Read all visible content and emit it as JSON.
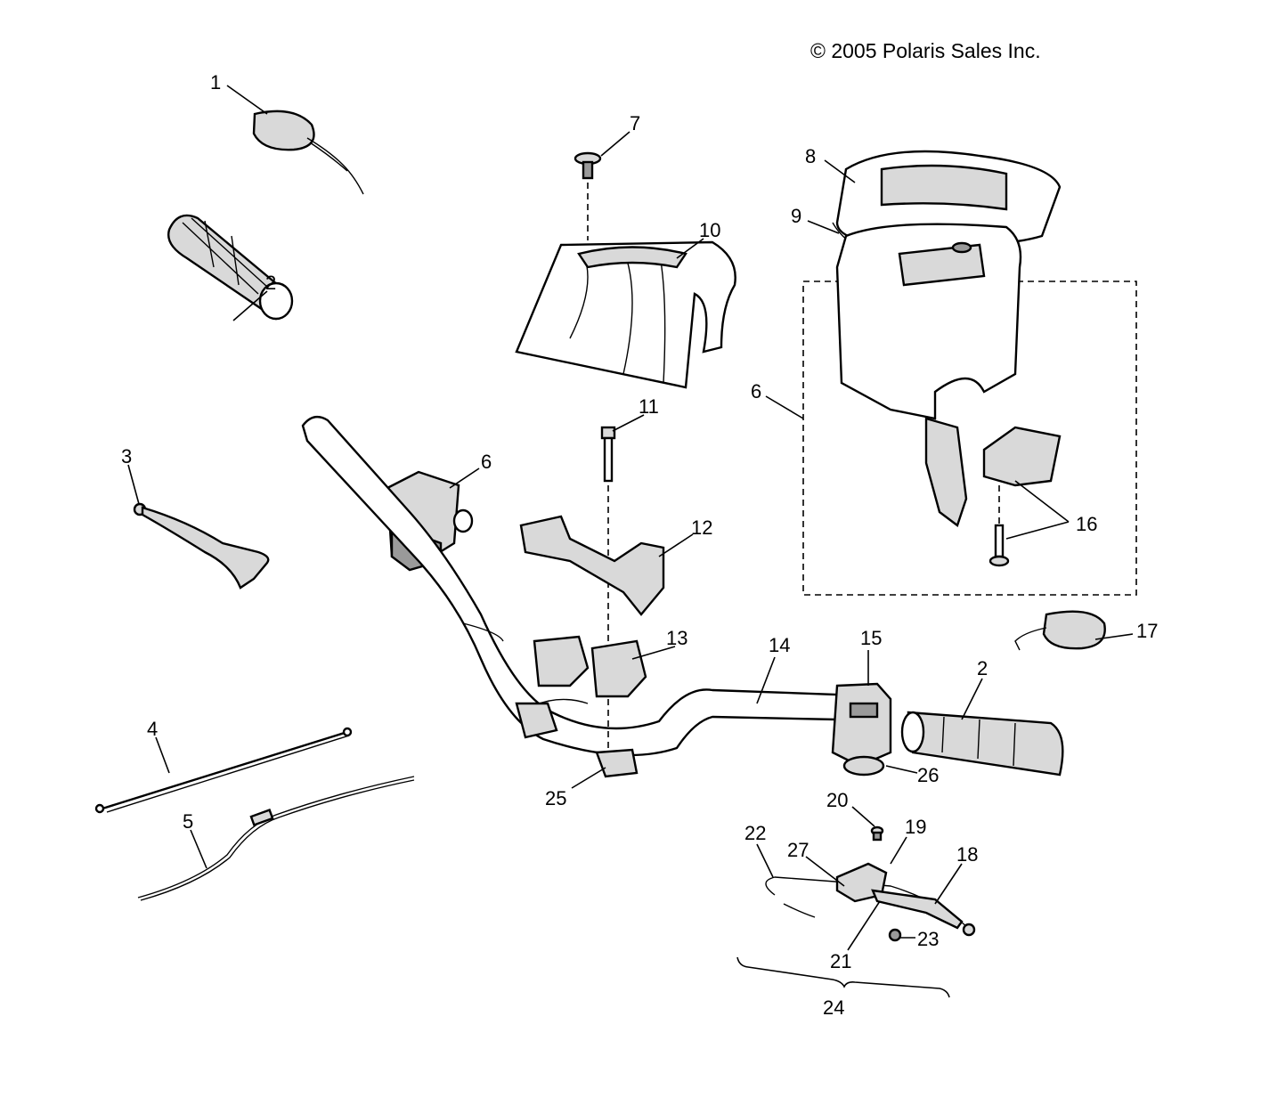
{
  "copyright": "© 2005 Polaris Sales Inc.",
  "callouts": {
    "c1": "1",
    "c2a": "2",
    "c2b": "2",
    "c3": "3",
    "c4": "4",
    "c5": "5",
    "c6a": "6",
    "c6b": "6",
    "c7": "7",
    "c8": "8",
    "c9": "9",
    "c10": "10",
    "c11": "11",
    "c12": "12",
    "c13": "13",
    "c14": "14",
    "c15": "15",
    "c16": "16",
    "c17": "17",
    "c18": "18",
    "c19": "19",
    "c20": "20",
    "c21": "21",
    "c22": "22",
    "c23": "23",
    "c24": "24",
    "c25": "25",
    "c26": "26",
    "c27": "27"
  }
}
